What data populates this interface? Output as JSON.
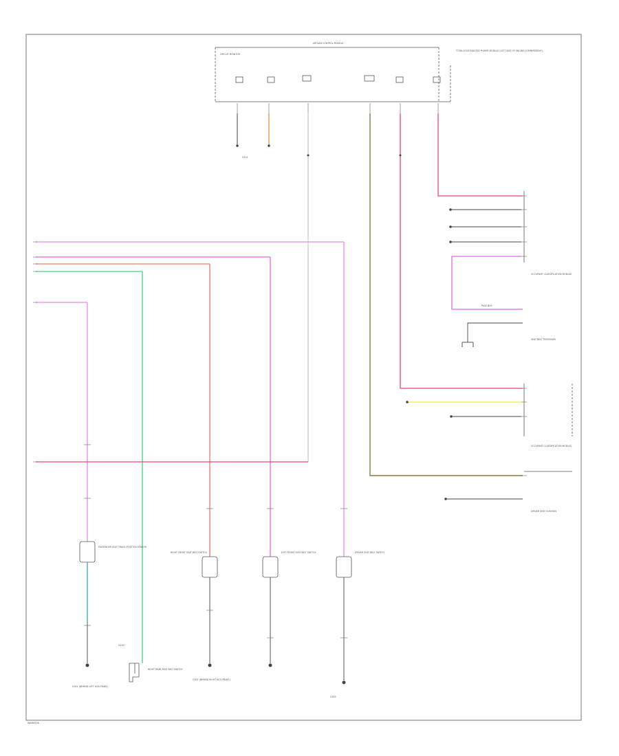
{
  "footer_code": "WA80006",
  "colors": {
    "pink": "#ee88ee",
    "violet": "#e066e0",
    "red": "#ee4466",
    "salmon": "#ee7766",
    "orange": "#f08844",
    "tan": "#8a7a3a",
    "green": "#44cc88",
    "teal": "#33aaaa",
    "gray": "#bbbbbb",
    "yellow": "#eeee44",
    "black": "#444444"
  },
  "labels": {
    "top_module_title": "AIR BAG CONTROL MODULE",
    "circuit_monitor": "CIRCUIT MONITOR",
    "pass_bus": "PASS BUS",
    "body_ctrl_note": "TOTALLY INTEGRATED POWER MODULE (LEFT SIDE OF ENGINE COMPARTMENT)",
    "occupant_class_module": "OCCUPANT CLASSIFICATION MODULE",
    "seat_belt_tensioner": "SEAT BELT TENSIONER",
    "oc_module_bottom": "OCCUPANT CLASSIFICATION MODULE",
    "under_seat": "DRIVER SEAT CUSHION",
    "g_ground": "G200",
    "passenger_seat_track": "PASSENGER SEAT TRACK POSITION SENSOR",
    "right_front_seat": "RIGHT FRONT SEAT BELT SWITCH",
    "left_front_seat": "LEFT FRONT SEAT BELT SWITCH",
    "driver_seat_belt": "DRIVER SEAT BELT SWITCH",
    "rear_switch": "RIGHT REAR SEAT BELT SWITCH",
    "splice": "S314",
    "ground_bottom_left": "G301 (BEHIND LEFT KICK PANEL)",
    "ground_bottom_mid": "G302 (BEHIND RIGHT KICK PANEL)",
    "ground_bottom_right": "G303"
  }
}
